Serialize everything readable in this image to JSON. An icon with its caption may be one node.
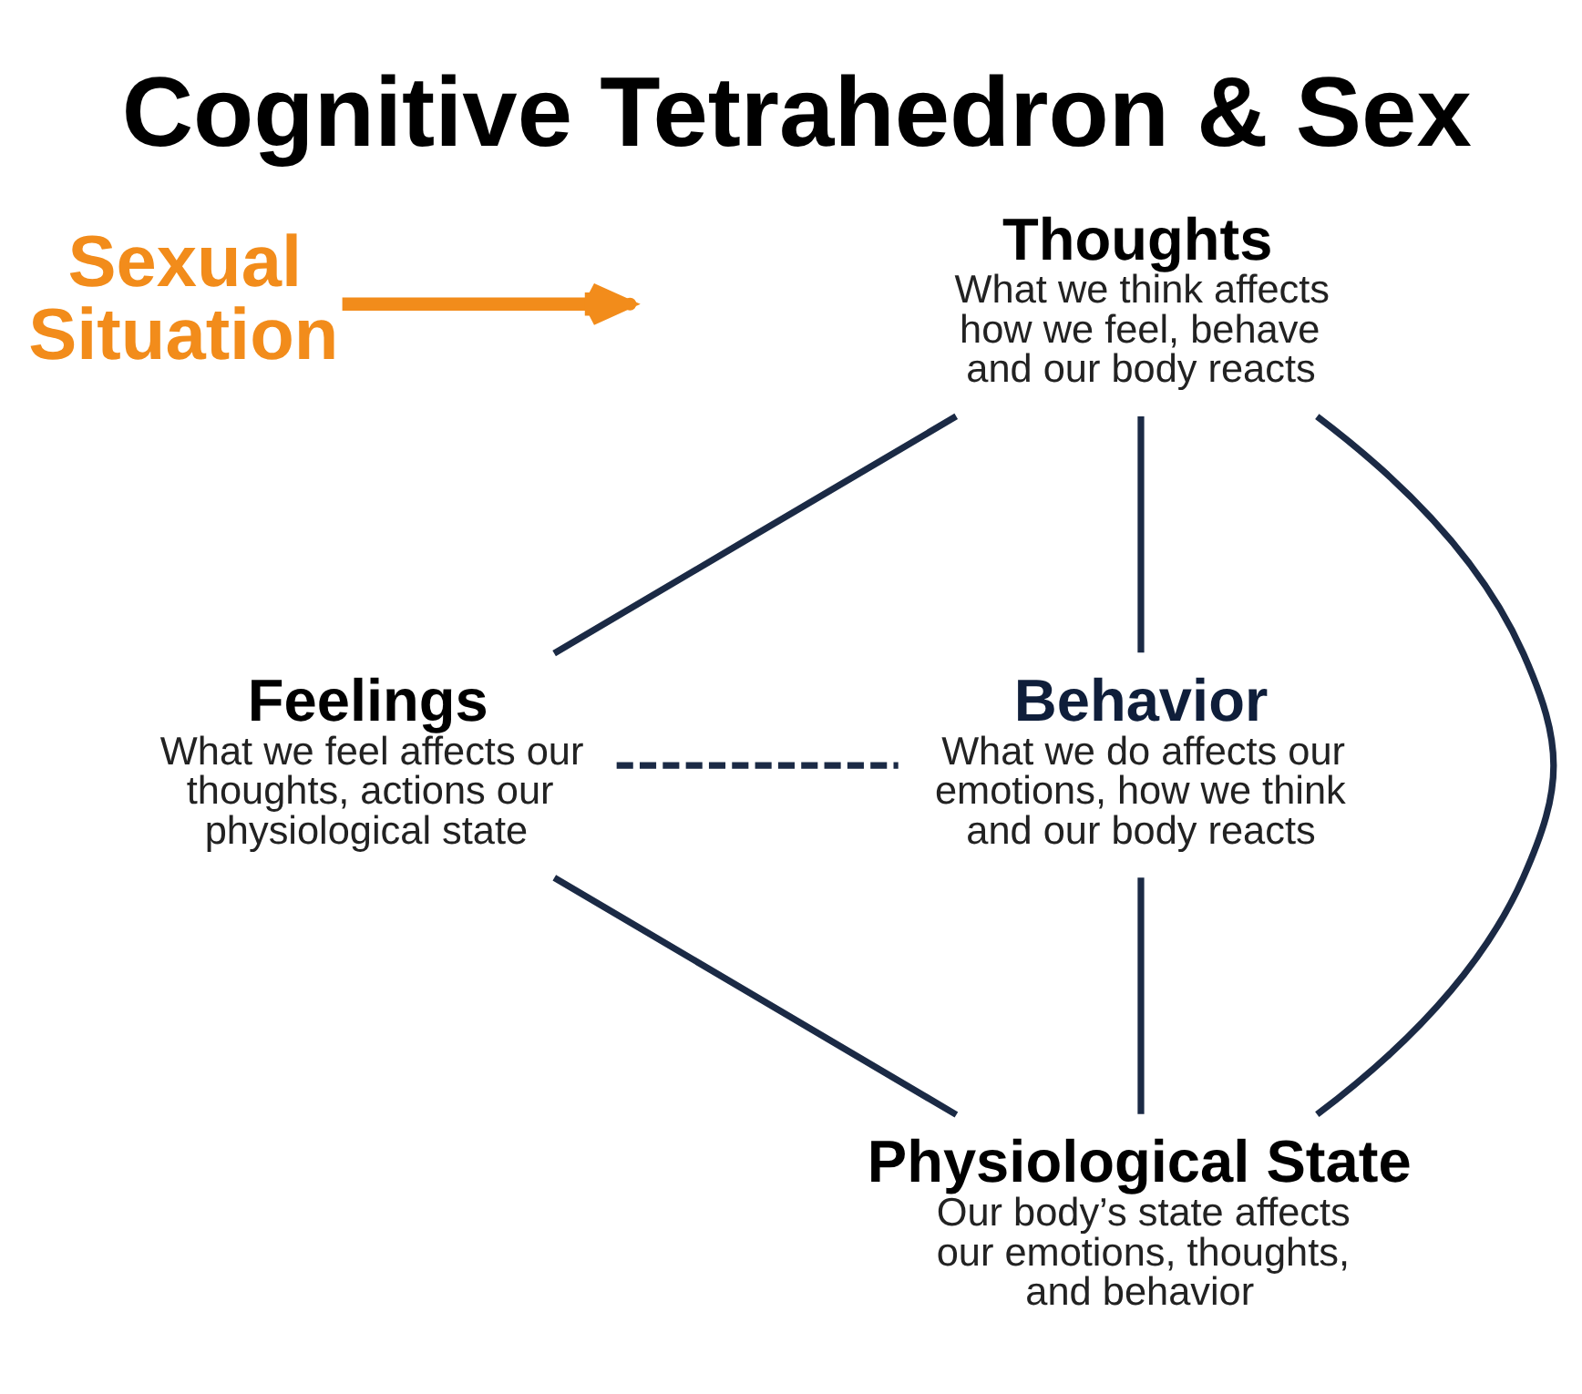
{
  "diagram": {
    "title": "Cognitive Tetrahedron & Sex",
    "nodes": [
      {
        "text": [
          "Sexual Situation"
        ]
      },
      {
        "text": [
          "Thoughts",
          "What we think affects how we feel, behave and our body reacts"
        ]
      },
      {
        "text": [
          "Feelings",
          "What we feel affects our thoughts, actions our physiological state"
        ]
      },
      {
        "text": [
          "Behavior",
          "What we do affects our emotions, how we think and our body reacts"
        ]
      },
      {
        "text": [
          "Physiological State",
          "Our body’s state affects our emotions, thoughts, and behavior"
        ]
      }
    ],
    "edges": [
      {
        "from": 0,
        "to": null,
        "arrow": "to",
        "style": "thick",
        "color": "#f28c1b"
      },
      {
        "from": 1,
        "to": 2,
        "arrow": "none"
      },
      {
        "from": 1,
        "to": 3,
        "arrow": "none"
      },
      {
        "from": 1,
        "to": 4,
        "arrow": "none"
      },
      {
        "from": 2,
        "to": 4,
        "arrow": "none"
      },
      {
        "from": 4,
        "to": 3,
        "arrow": "none"
      },
      {
        "from": 2,
        "to": 3,
        "arrow": "none",
        "style": "dashed"
      }
    ]
  }
}
